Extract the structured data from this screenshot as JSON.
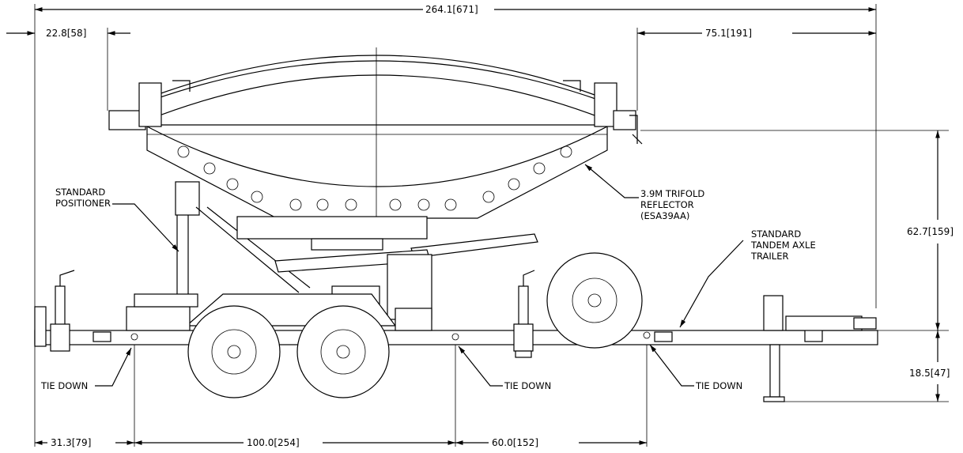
{
  "dimensions": {
    "overall_length": "264.1",
    "overall_length_mm": "671",
    "left_offset": "22.8",
    "left_offset_mm": "58",
    "right_offset": "75.1",
    "right_offset_mm": "191",
    "height_upper": "62.7",
    "height_upper_mm": "159",
    "height_lower": "18.5",
    "height_lower_mm": "47",
    "bottom_1": "31.3",
    "bottom_1_mm": "79",
    "bottom_2": "100.0",
    "bottom_2_mm": "254",
    "bottom_3": "60.0",
    "bottom_3_mm": "152"
  },
  "labels": {
    "positioner": [
      "STANDARD",
      "POSITIONER"
    ],
    "reflector": [
      "3.9M TRIFOLD",
      "REFLECTOR",
      "(ESA39AA)"
    ],
    "trailer": [
      "STANDARD",
      "TANDEM AXLE",
      "TRAILER"
    ],
    "tie_down_1": "TIE DOWN",
    "tie_down_2": "TIE DOWN",
    "tie_down_3": "TIE DOWN"
  }
}
